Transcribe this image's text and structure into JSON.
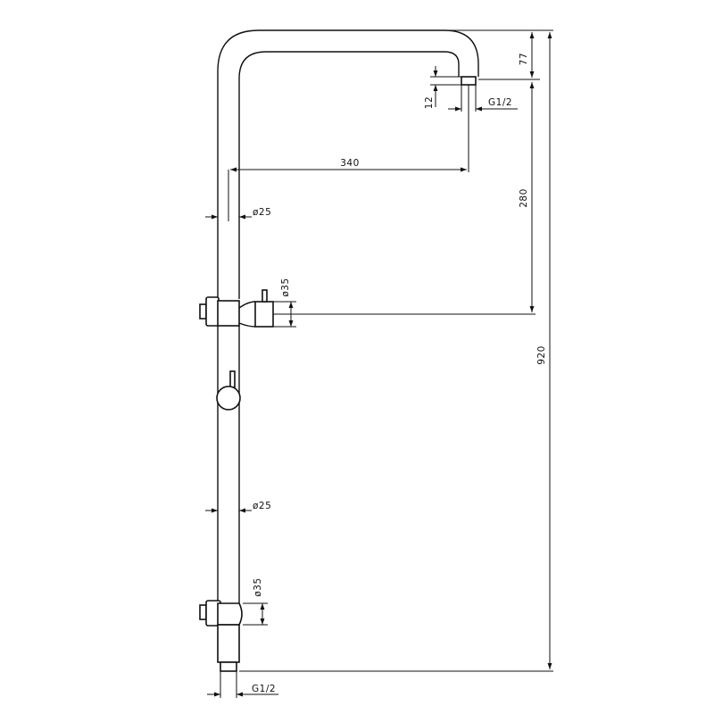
{
  "diagram": {
    "line_color": "#111111",
    "background_color": "#ffffff",
    "dimensions": {
      "elbow_height": "77",
      "outlet_drop": "12",
      "outlet_thread": "G1/2",
      "arm_reach": "340",
      "upper_pipe_diameter": "ø25",
      "upper_bracket_diameter": "ø35",
      "arm_to_bracket_height": "280",
      "total_height": "920",
      "lower_pipe_diameter": "ø25",
      "lower_bracket_diameter": "ø35",
      "inlet_thread": "G1/2"
    }
  }
}
